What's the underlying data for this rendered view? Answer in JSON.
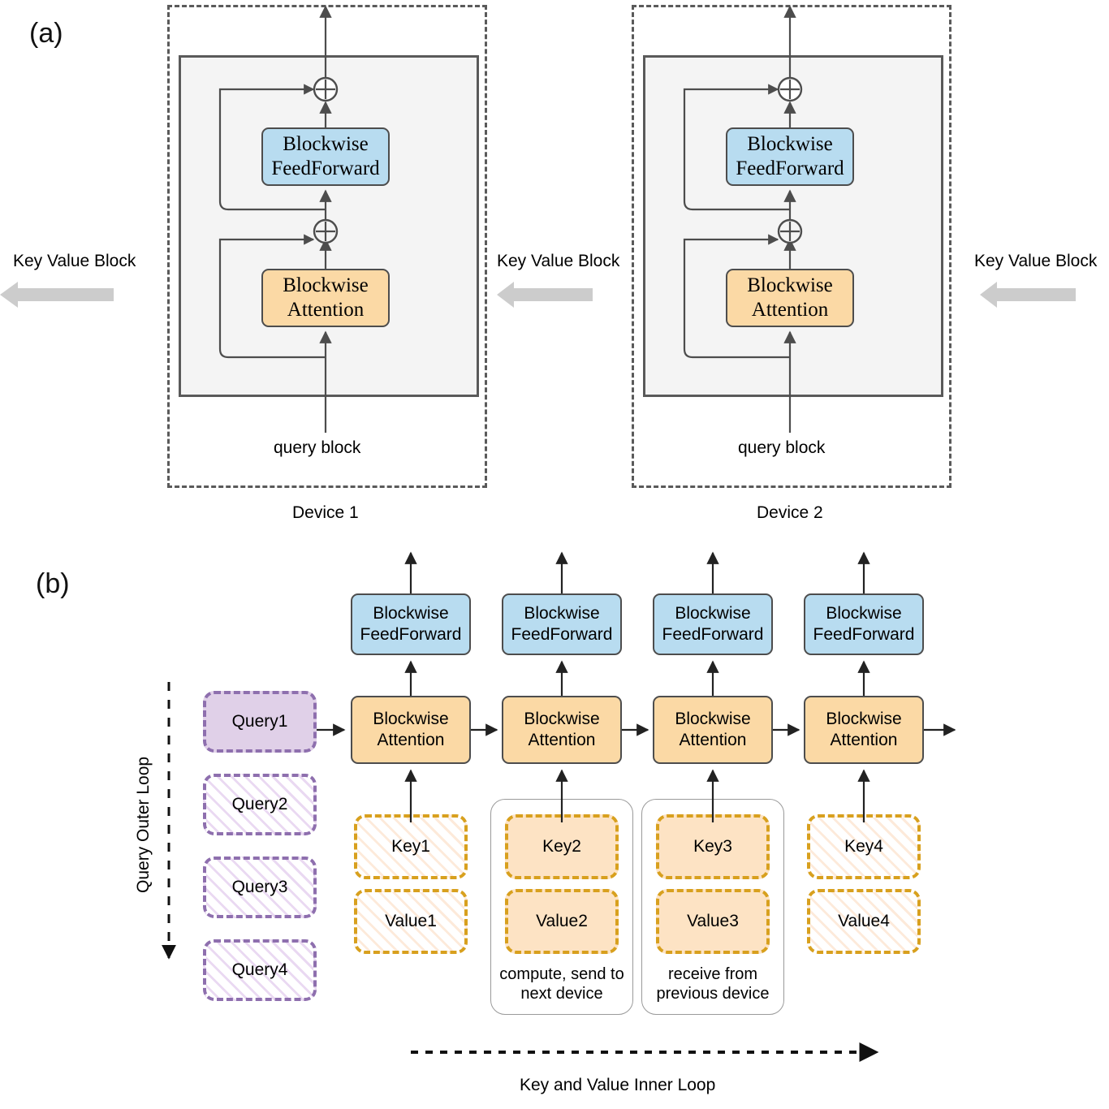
{
  "figure": {
    "panels": [
      {
        "tag": "(a)"
      },
      {
        "tag": "(b)"
      }
    ]
  },
  "panel_a": {
    "tag": "(a)",
    "devices": [
      {
        "name": "Device 1",
        "query_label": "query block",
        "blocks": [
          {
            "line1": "Blockwise",
            "line2": "FeedForward"
          },
          {
            "line1": "Blockwise",
            "line2": "Attention"
          }
        ]
      },
      {
        "name": "Device 2",
        "query_label": "query block",
        "blocks": [
          {
            "line1": "Blockwise",
            "line2": "FeedForward"
          },
          {
            "line1": "Blockwise",
            "line2": "Attention"
          }
        ]
      }
    ],
    "kv_arrows": [
      {
        "label": "Key Value Block"
      },
      {
        "label": "Key Value Block"
      },
      {
        "label": "Key Value Block"
      }
    ],
    "add_symbol": "⊕"
  },
  "panel_b": {
    "tag": "(b)",
    "outer_loop_label": "Query Outer Loop",
    "inner_loop_label": "Key and Value Inner Loop",
    "queries": [
      {
        "label": "Query1",
        "state": "active"
      },
      {
        "label": "Query2",
        "state": "inactive"
      },
      {
        "label": "Query3",
        "state": "inactive"
      },
      {
        "label": "Query4",
        "state": "inactive"
      }
    ],
    "columns": [
      {
        "feedforward": {
          "line1": "Blockwise",
          "line2": "FeedForward"
        },
        "attention": {
          "line1": "Blockwise",
          "line2": "Attention"
        },
        "key": {
          "label": "Key1",
          "state": "inactive"
        },
        "value": {
          "label": "Value1",
          "state": "inactive"
        },
        "group_note": null
      },
      {
        "feedforward": {
          "line1": "Blockwise",
          "line2": "FeedForward"
        },
        "attention": {
          "line1": "Blockwise",
          "line2": "Attention"
        },
        "key": {
          "label": "Key2",
          "state": "active"
        },
        "value": {
          "label": "Value2",
          "state": "active"
        },
        "group_note": {
          "line1": "compute, send to",
          "line2": "next device"
        }
      },
      {
        "feedforward": {
          "line1": "Blockwise",
          "line2": "FeedForward"
        },
        "attention": {
          "line1": "Blockwise",
          "line2": "Attention"
        },
        "key": {
          "label": "Key3",
          "state": "active"
        },
        "value": {
          "label": "Value3",
          "state": "active"
        },
        "group_note": {
          "line1": "receive from",
          "line2": "previous device"
        }
      },
      {
        "feedforward": {
          "line1": "Blockwise",
          "line2": "FeedForward"
        },
        "attention": {
          "line1": "Blockwise",
          "line2": "Attention"
        },
        "key": {
          "label": "Key4",
          "state": "inactive"
        },
        "value": {
          "label": "Value4",
          "state": "inactive"
        },
        "group_note": null
      }
    ]
  },
  "colors": {
    "feedforward_fill": "#b8dcf0",
    "attention_fill": "#fbd9a5",
    "node_stroke": "#4d4d4d",
    "query_stroke": "#8e6fae",
    "query_fill": "#e0d0e8",
    "kv_stroke": "#d8a01e",
    "kv_fill": "#fde3c4",
    "device_stroke": "#5a5a5a",
    "device_fill": "#f4f4f4",
    "kv_arrow_fill": "#cccccc"
  }
}
